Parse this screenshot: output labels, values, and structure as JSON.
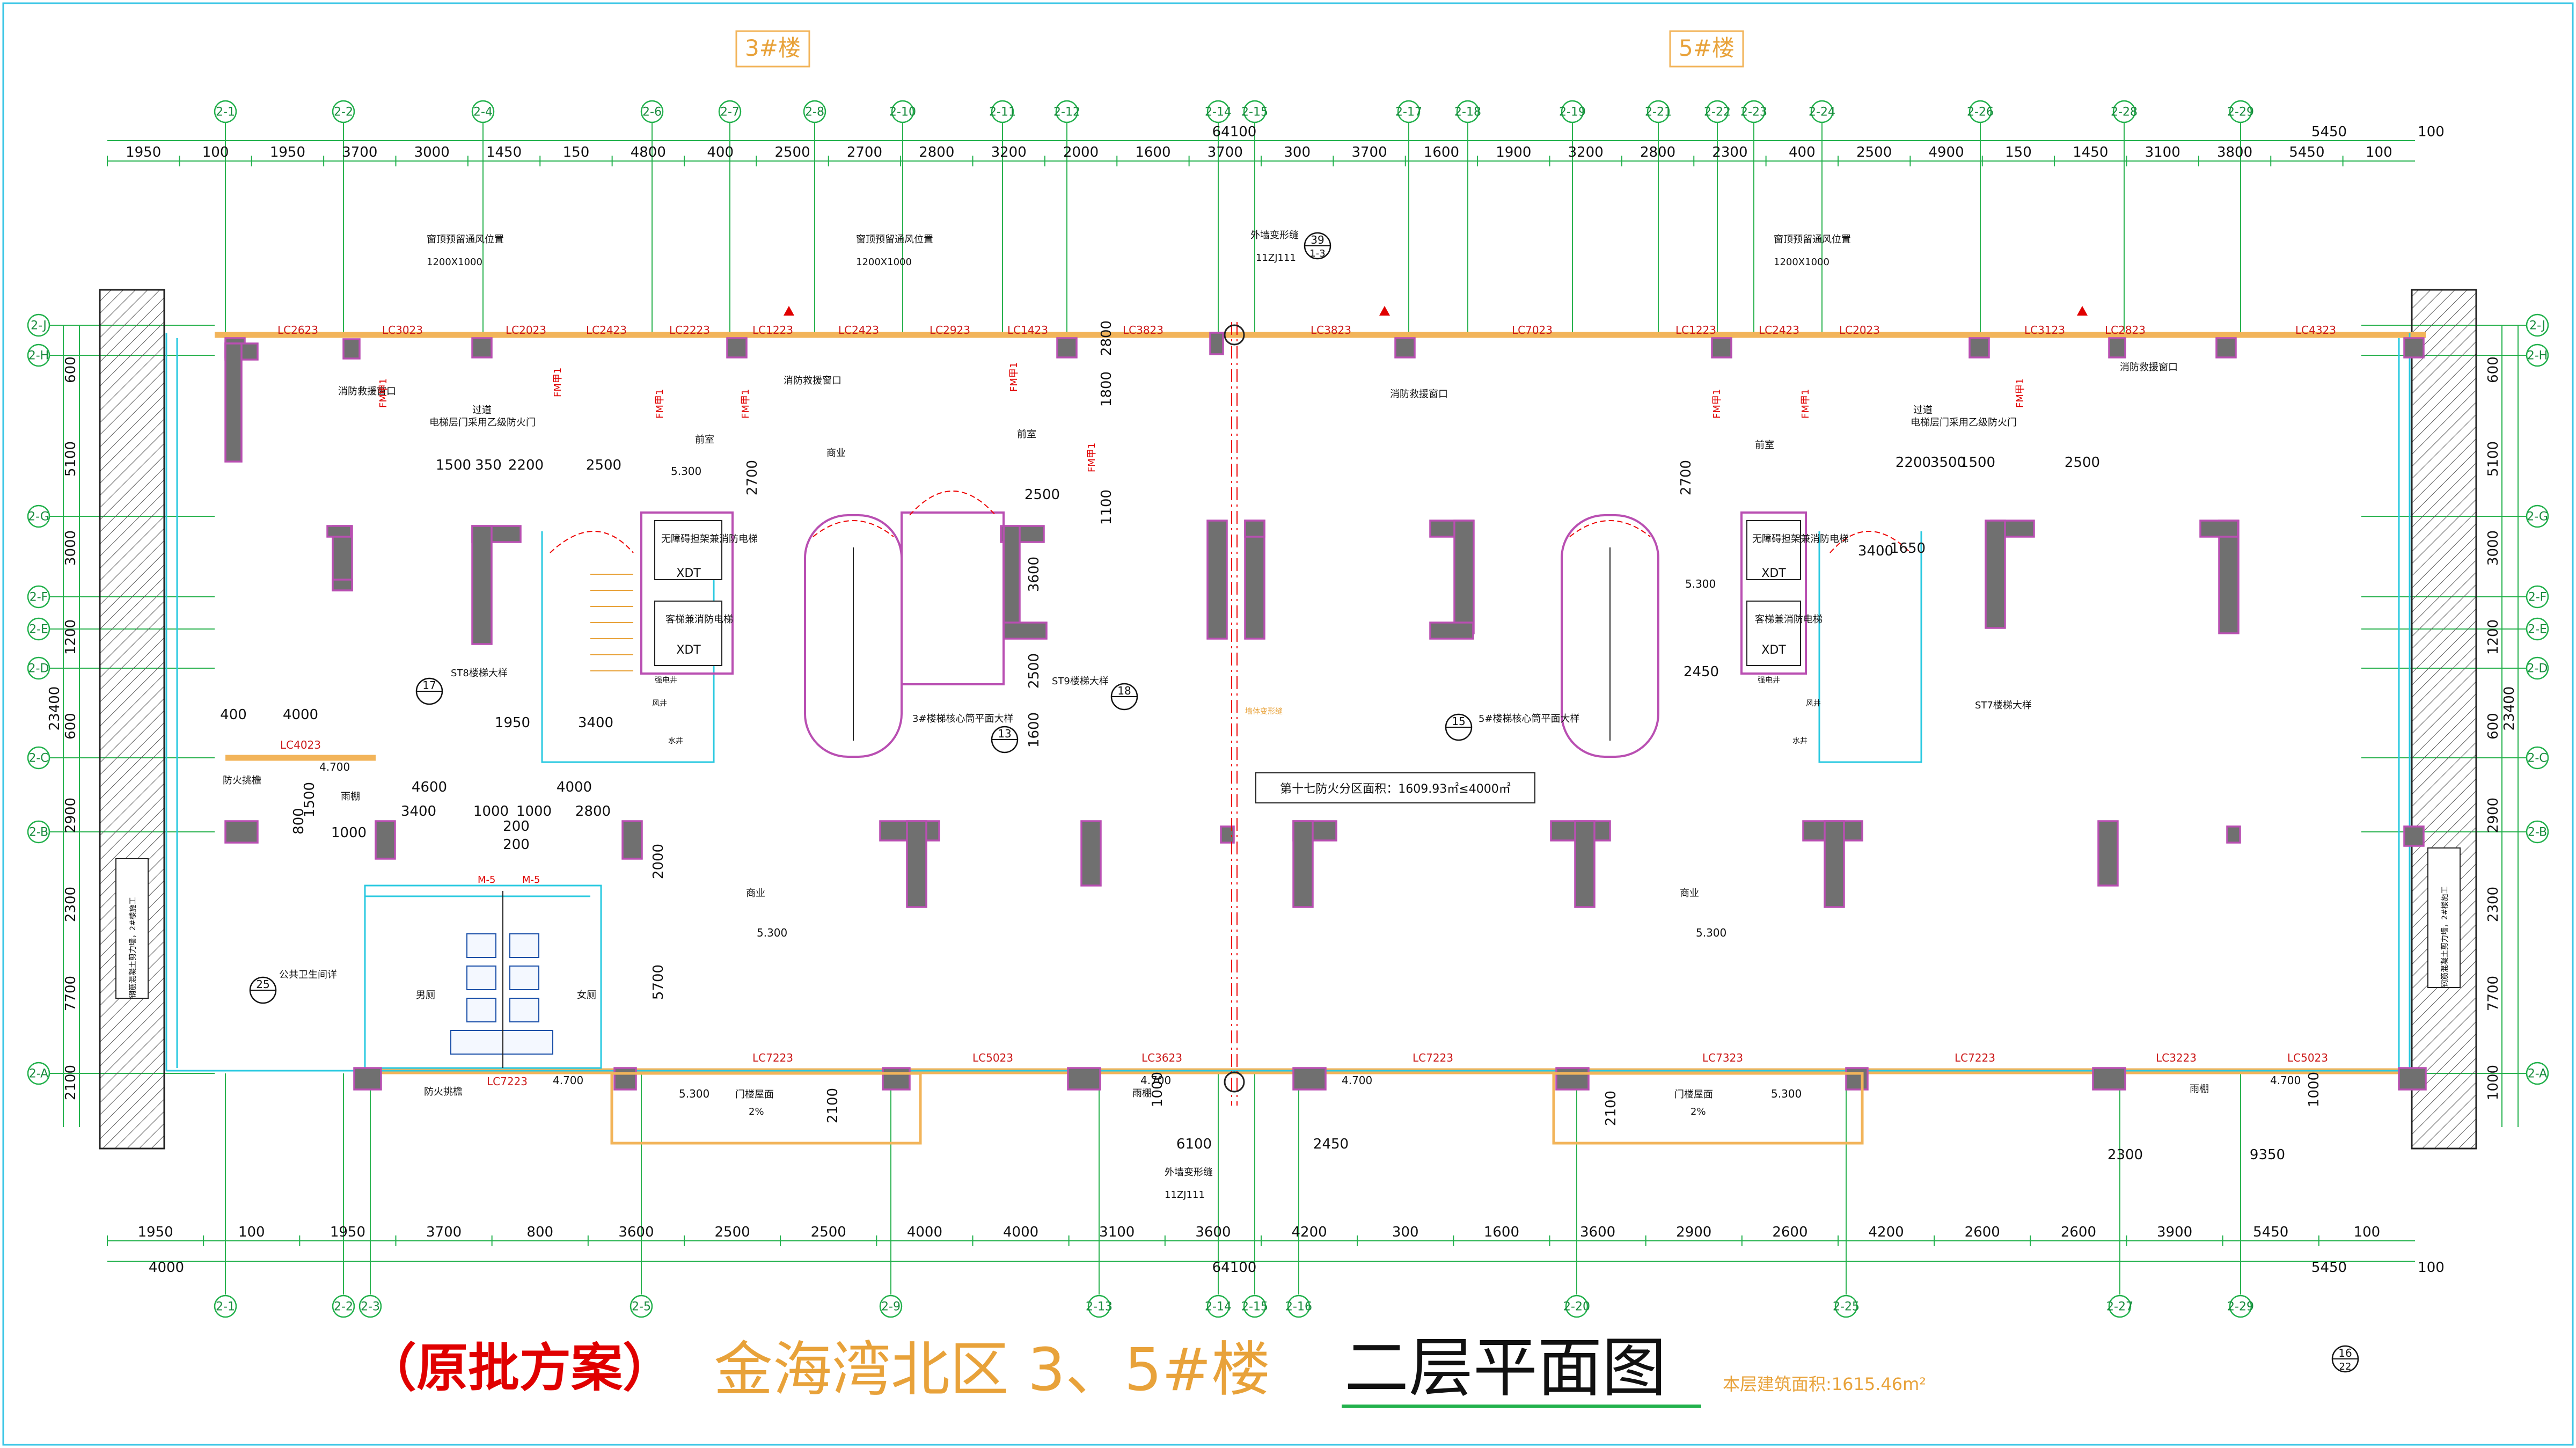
{
  "title": {
    "prefix": "（原批方案）",
    "project": "金海湾北区  3、5#楼 ",
    "sheet": "二层平面图",
    "area_note": "本层建筑面积:1615.46m²"
  },
  "building_tags": [
    "3#楼",
    "5#楼"
  ],
  "axes_top": [
    "2-1",
    "2-2",
    "2-4",
    "2-6",
    "2-7",
    "2-8",
    "2-10",
    "2-11",
    "2-12",
    "2-14",
    "2-15",
    "2-17",
    "2-18",
    "2-19",
    "2-21",
    "2-22",
    "2-23",
    "2-24",
    "2-26",
    "2-28",
    "2-29"
  ],
  "axes_bottom": [
    "2-1",
    "2-2",
    "2-3",
    "2-5",
    "2-9",
    "2-13",
    "2-14",
    "2-15",
    "2-16",
    "2-20",
    "2-25",
    "2-27",
    "2-29"
  ],
  "axes_left": [
    "2-J",
    "2-H",
    "2-G",
    "2-F",
    "2-E",
    "2-D",
    "2-C",
    "2-B",
    "2-A"
  ],
  "axes_right": [
    "2-J",
    "2-H",
    "2-G",
    "2-F",
    "2-E",
    "2-D",
    "2-C",
    "2-B",
    "2-A"
  ],
  "dims": {
    "top_total": "64100",
    "top_right_a": "5450",
    "top_right_b": "100",
    "top_row": [
      "1950",
      "100",
      "1950",
      "3700",
      "3000",
      "1450",
      "150",
      "4800",
      "400",
      "2500",
      "2700",
      "2800",
      "3200",
      "2000",
      "1600",
      "3700",
      "300",
      "3700",
      "1600",
      "1900",
      "3200",
      "2800",
      "2300",
      "400",
      "2500",
      "4900",
      "150",
      "1450",
      "3100",
      "3800",
      "5450",
      "100"
    ],
    "bottom_row": [
      "1950",
      "100",
      "1950",
      "3700",
      "800",
      "3600",
      "2500",
      "2500",
      "4000",
      "4000",
      "3100",
      "3600",
      "4200",
      "300",
      "1600",
      "3600",
      "2900",
      "2600",
      "4200",
      "2600",
      "2600",
      "3900",
      "5450",
      "100"
    ],
    "bottom_total": "64100",
    "bottom_left": "4000",
    "bottom_right_a": "5450",
    "bottom_right_b": "100",
    "left_col": [
      "600",
      "5100",
      "3000",
      "1200",
      "600",
      "2900",
      "2300",
      "7700",
      "2100"
    ],
    "left_total": "23400",
    "right_col": [
      "600",
      "5100",
      "3000",
      "1200",
      "600",
      "2900",
      "2300",
      "7700",
      "1000"
    ],
    "right_total": "23400"
  },
  "windows": [
    "LC2623",
    "LC3023",
    "LC2023",
    "LC2423",
    "LC2223",
    "LC1223",
    "LC2423",
    "LC2923",
    "LC1423",
    "LC3823",
    "LC3823",
    "LC7023",
    "LC1223",
    "LC2423",
    "LC2023",
    "LC3123",
    "LC2823",
    "LC4323"
  ],
  "windows_bottom": [
    "LC7223",
    "LC5023",
    "LC3623",
    "LC7223",
    "LC7323",
    "LC7223",
    "LC3223",
    "LC5023",
    "LC7223",
    "LC4023"
  ],
  "labels": {
    "shop": "商业",
    "fire_note": "第十七防火分区面积：1609.93㎡≤4000㎡",
    "ext_wall": "外墙变形缝",
    "ext_wall_code": "11ZJ111",
    "vent_reserve": "窗顶预留通风位置",
    "vent_size": "1200X1000",
    "fire_rescue_window": "消防救援窗口",
    "corridor": "过道",
    "corridor_note": "电梯层门采用乙级防火门",
    "front_room": "前室",
    "fire_lift": "无障碍担架兼消防电梯",
    "passenger_lift": "客梯兼消防电梯",
    "xdt": "XDT",
    "st8": "ST8楼梯大样",
    "st9": "ST9楼梯大样",
    "st7": "ST7楼梯大样",
    "core3": "3#楼梯核心筒平面大样",
    "core5": "5#楼梯核心筒平面大样",
    "fire_eave": "防火挑檐",
    "rain_shed": "雨棚",
    "men_toilet": "男厕",
    "women_toilet": "女厕",
    "public_toilet": "公共卫生间详",
    "door_m5": "M-5",
    "door_fm": "FM甲1",
    "canopy": "门楼屋面",
    "canopy_slope": "2%",
    "strong_elec": "强电井",
    "water": "水井",
    "wind": "风井",
    "deform_joint": "墙体变形缝",
    "elev_5300": "5.300",
    "elev_4700": "4.700",
    "left_side_note": "钢筋混凝土剪力墙，2#楼施工"
  },
  "inner_dims": [
    "400",
    "4000",
    "4600",
    "3400",
    "1000",
    "1000",
    "4000",
    "2800",
    "200",
    "200",
    "1000",
    "800",
    "1500",
    "1950",
    "3400",
    "2450",
    "3400",
    "1650",
    "1500",
    "350",
    "2200",
    "2500",
    "2500",
    "2200",
    "3500",
    "1500",
    "2700",
    "2700",
    "2500",
    "1800",
    "1100",
    "2800",
    "3600",
    "2500",
    "1600",
    "2000",
    "5700",
    "6100",
    "2450",
    "2300",
    "9350",
    "2100",
    "2100",
    "1000",
    "1000"
  ],
  "callouts": [
    {
      "num": "39",
      "sheet": "1-3"
    },
    {
      "num": "17",
      "sheet": ""
    },
    {
      "num": "18",
      "sheet": ""
    },
    {
      "num": "13",
      "sheet": ""
    },
    {
      "num": "15",
      "sheet": ""
    },
    {
      "num": "25",
      "sheet": ""
    },
    {
      "num": "16",
      "sheet": "22"
    }
  ],
  "colors": {
    "grid": "#22b14c",
    "wall_outline": "#b94fb2",
    "slab_edge": "#f2b45a",
    "title_red": "#e00000",
    "title_orange": "#e8a23a",
    "cyan": "#29c9e0"
  }
}
